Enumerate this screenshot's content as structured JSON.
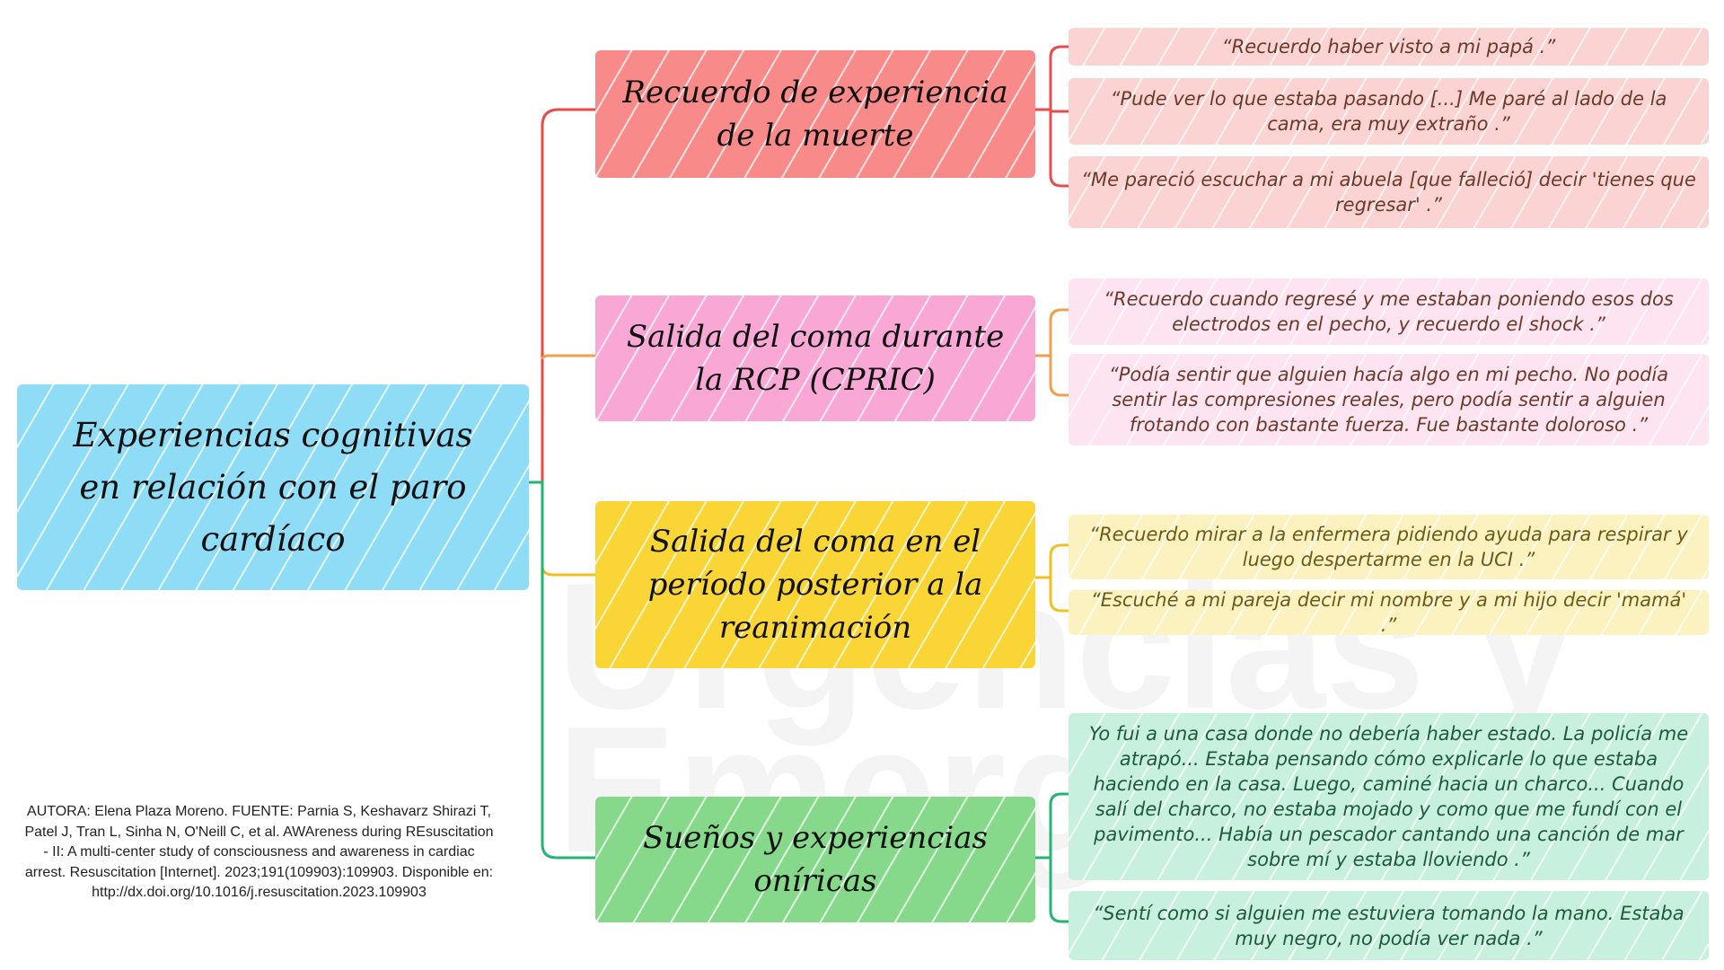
{
  "central": {
    "title": "Experiencias cognitivas en relación con el paro cardíaco",
    "color": "#8fdcf7"
  },
  "branches": [
    {
      "title": "Recuerdo de experiencia de la muerte",
      "color": "#f98a8a",
      "line": "#e94b4b",
      "quotes": [
        "“Recuerdo haber visto a mi papá .”",
        "“Pude ver lo que estaba pasando [...] Me paré al lado de la cama, era muy extraño .”",
        "“Me pareció escuchar a mi abuela [que falleció] decir 'tienes que regresar' .”"
      ]
    },
    {
      "title": "Salida del coma durante la RCP (CPRIC)",
      "color": "#f9a8d6",
      "line": "#f0a04b",
      "quotes": [
        "“Recuerdo cuando regresé y me estaban poniendo esos dos electrodos en el pecho, y recuerdo el shock .”",
        "“Podía sentir que alguien hacía algo en mi pecho. No podía sentir las compresiones reales, pero podía sentir a alguien frotando con bastante fuerza. Fue bastante doloroso .”"
      ]
    },
    {
      "title": "Salida del coma en el período posterior a la reanimación",
      "color": "#f9d535",
      "line": "#f0c020",
      "quotes": [
        "“Recuerdo mirar a la enfermera pidiendo ayuda para respirar y luego despertarme en la UCI .”",
        "“Escuché a mi pareja decir mi nombre y a mi hijo decir 'mamá' .”"
      ]
    },
    {
      "title": "Sueños y experiencias oníricas",
      "color": "#86d98a",
      "line": "#22b573",
      "quotes": [
        "Yo fui a una casa donde no debería haber estado. La policía me atrapó... Estaba pensando cómo explicarle lo que estaba haciendo en la casa. Luego, caminé hacia un charco... Cuando salí del charco, no estaba mojado y como que me fundí con el pavimento... Había un pescador cantando una canción de mar sobre mí y estaba lloviendo .”",
        "“Sentí como si alguien me estuviera tomando la mano. Estaba muy negro, no podía ver nada .”"
      ]
    }
  ],
  "footer": "AUTORA: Elena Plaza Moreno. FUENTE: Parnia S, Keshavarz Shirazi T, Patel J, Tran L, Sinha N, O'Neill C, et al. AWAreness during REsuscitation - II: A multi-center study of consciousness and awareness in cardiac arrest. Resuscitation [Internet]. 2023;191(109903):109903. Disponible en: http://dx.doi.org/10.1016/j.resuscitation.2023.109903",
  "watermark": "Urgencias y Emergencias"
}
